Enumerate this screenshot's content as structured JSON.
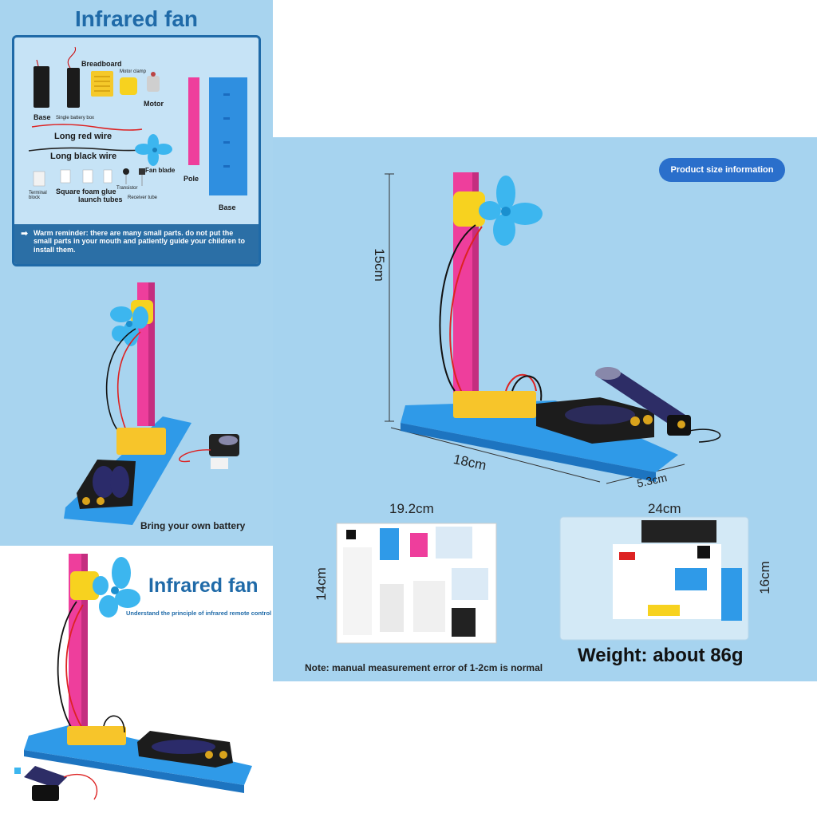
{
  "parts_panel": {
    "title": "Infrared fan",
    "labels": {
      "breadboard": "Breadboard",
      "motor_clamp": "Motor clamp",
      "base_small": "Base",
      "single_battery_box": "Single battery box",
      "motor": "Motor",
      "long_red_wire": "Long red wire",
      "long_black_wire": "Long black wire",
      "fan_blade": "Fan blade",
      "pole": "Pole",
      "terminal_block": "Terminal block",
      "square_foam_glue": "Square foam glue",
      "launch_tubes": "launch tubes",
      "transistor": "Transistor",
      "receiver_tube": "Receiver tube",
      "base_large": "Base"
    },
    "reminder": "Warm reminder: there are many small parts. do not put the small parts in your mouth and patiently guide your children to install them."
  },
  "size_panel": {
    "badge": "Product size information",
    "height": "15cm",
    "length": "18cm",
    "width": "5.3cm",
    "manual_width": "19.2cm",
    "manual_height": "14cm",
    "bag_width": "24cm",
    "bag_height": "16cm",
    "note": "Note: manual measurement error of 1-2cm is normal",
    "weight": "Weight: about 86g"
  },
  "assembled_panel": {
    "caption": "Bring your own battery"
  },
  "promo_panel": {
    "title": "Infrared fan",
    "subtitle": "Understand the principle of infrared remote control"
  },
  "colors": {
    "panel_blue": "#a8d4ef",
    "title_blue": "#1f6aa8",
    "pole_pink": "#ee3e9c",
    "base_blue": "#2f9ae8",
    "fan_blue": "#3cb6ef",
    "motor_yellow": "#f7d21f"
  }
}
